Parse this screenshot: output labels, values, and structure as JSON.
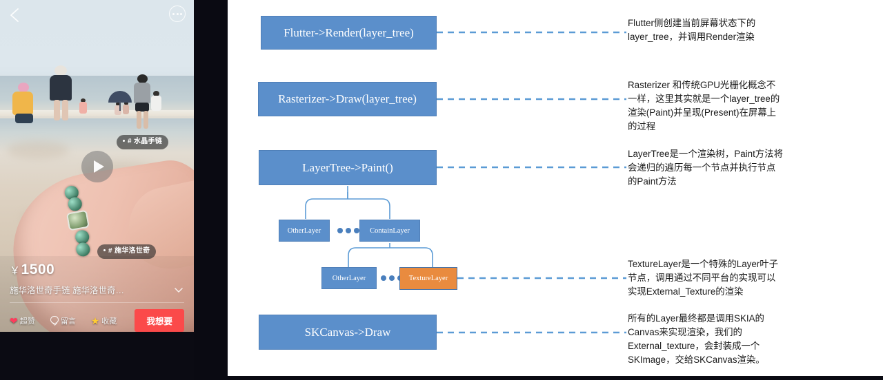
{
  "phone": {
    "back_icon": "back-chevron-icon",
    "more_icon": "more-options-icon",
    "play_icon": "play-icon",
    "chips": [
      {
        "text": "# 水晶手链"
      },
      {
        "text": "# 施华洛世奇"
      }
    ],
    "product": {
      "currency": "￥",
      "price": "1500",
      "title": "施华洛世奇手链 施华洛世奇…",
      "expand_icon": "chevron-down-icon"
    },
    "actions": [
      {
        "name": "like",
        "icon": "heart-icon",
        "label": "超赞"
      },
      {
        "name": "comment",
        "icon": "comment-bubble-icon",
        "label": "留言"
      },
      {
        "name": "favorite",
        "icon": "star-icon",
        "label": "收藏"
      }
    ],
    "want_button": "我想要"
  },
  "slide": {
    "nodes": [
      {
        "id": "flutter_render",
        "label": "Flutter->Render(layer_tree)"
      },
      {
        "id": "rasterizer_draw",
        "label": "Rasterizer->Draw(layer_tree)"
      },
      {
        "id": "layertree_paint",
        "label": "LayerTree->Paint()"
      },
      {
        "id": "other_layer_1",
        "label": "OtherLayer"
      },
      {
        "id": "contain_layer",
        "label": "ContainLayer"
      },
      {
        "id": "other_layer_2",
        "label": "OtherLayer"
      },
      {
        "id": "texture_layer",
        "label": "TextureLayer"
      },
      {
        "id": "skcanvas_draw",
        "label": "SKCanvas->Draw"
      }
    ],
    "descriptions": [
      {
        "id": "desc_flutter",
        "lines": [
          "Flutter侧创建当前屏幕状态下的",
          "layer_tree，并调用Render渲染"
        ]
      },
      {
        "id": "desc_rasterizer",
        "lines": [
          "Rasterizer 和传统GPU光栅化概念不",
          "一样，这里其实就是一个layer_tree的",
          "渲染(Paint)并呈现(Present)在屏幕上",
          "的过程"
        ]
      },
      {
        "id": "desc_layertree",
        "lines": [
          "LayerTree是一个渲染树，Paint方法将",
          "会递归的遍历每一个节点并执行节点",
          "的Paint方法"
        ]
      },
      {
        "id": "desc_texture",
        "lines": [
          "TextureLayer是一个特殊的Layer叶子",
          "节点，调用通过不同平台的实现可以",
          "实现External_Texture的渲染"
        ]
      },
      {
        "id": "desc_skcanvas",
        "lines": [
          "所有的Layer最终都是调用SKIA的",
          "Canvas来实现渲染，我们的",
          "External_texture，会封装成一个",
          "SKImage，交给SKCanvas渲染。"
        ]
      }
    ],
    "colors": {
      "node_blue": "#5B8FCB",
      "node_orange": "#E98B3F",
      "connector_blue": "#5B9BD5",
      "slide_background": "#FFFFFF",
      "app_background": "#0A0A12",
      "accent_red": "#FB4A4A"
    }
  }
}
